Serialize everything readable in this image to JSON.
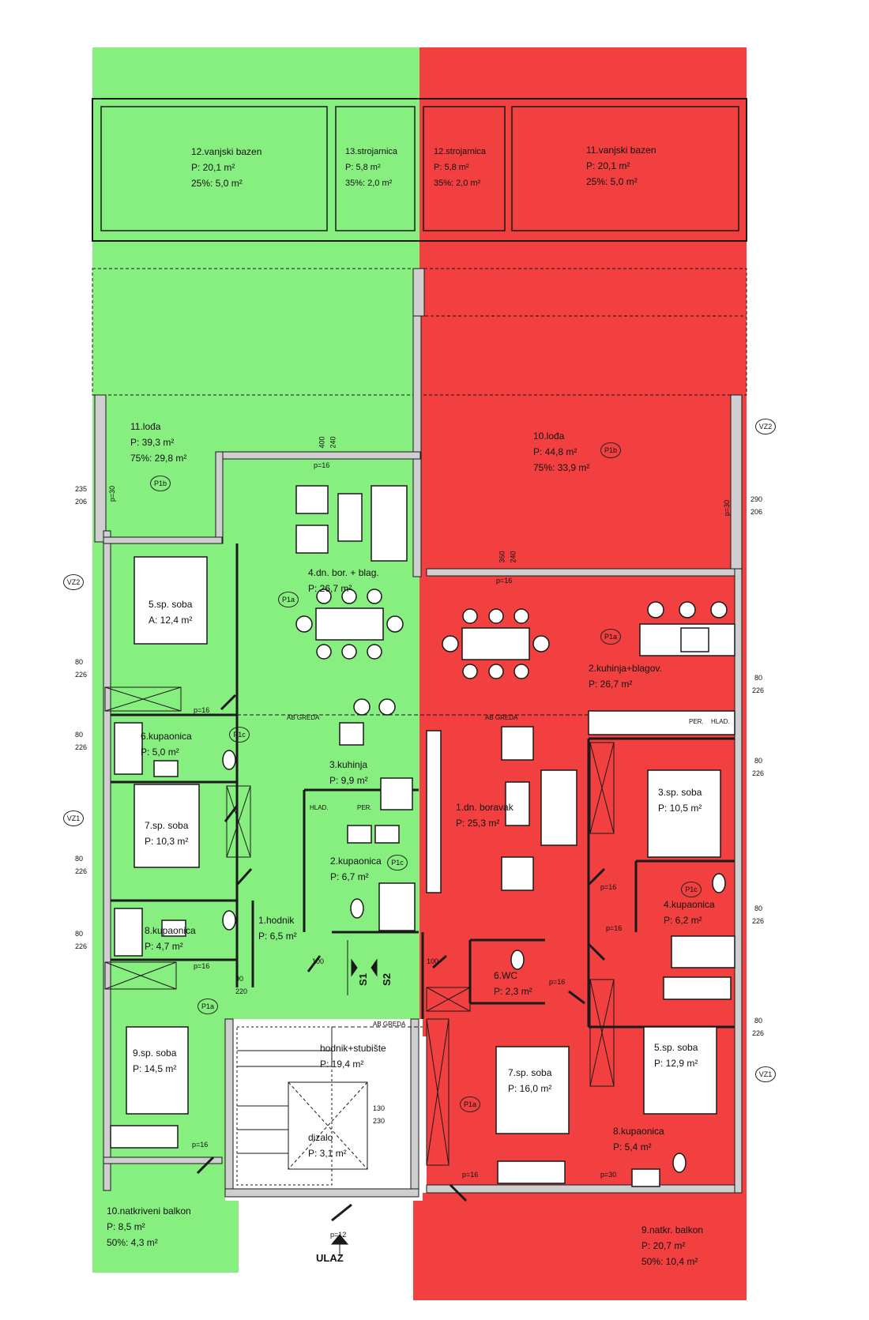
{
  "colors": {
    "green": "#86ef80",
    "red": "#f23f3f",
    "wall": "#cfcfcf",
    "line": "#1a1a1a"
  },
  "top_rooms": [
    {
      "id": "green-pool",
      "name": "12.vanjski bazen",
      "r1": "P:        20,1 m²",
      "r2": "25%:      5,0 m²"
    },
    {
      "id": "green-machine",
      "name": "13.strojarnica",
      "r1": "P:      5,8 m²",
      "r2": "35%:   2,0 m²"
    },
    {
      "id": "red-machine",
      "name": "12.strojarnica",
      "r1": "P:      5,8 m²",
      "r2": "35%:   2,0 m²"
    },
    {
      "id": "red-pool",
      "name": "11.vanjski bazen",
      "r1": "P:        20,1 m²",
      "r2": "25%:      5,0 m²"
    }
  ],
  "green_rooms": {
    "loggia": {
      "name": "11.lođa",
      "r1": "P:    39,3 m²",
      "r2": "75%: 29,8 m²"
    },
    "living": {
      "name": "4.dn. bor. + blag.",
      "r1": "P:          26,7 m²"
    },
    "bed5": {
      "name": "5.sp. soba",
      "r1": "A: 12,4 m²"
    },
    "bath6": {
      "name": "6.kupaonica",
      "r1": "P:    5,0 m²"
    },
    "kitchen3": {
      "name": "3.kuhinja",
      "r1": "P: 9,9 m²"
    },
    "bed7": {
      "name": "7.sp. soba",
      "r1": "P: 10,3 m²"
    },
    "bath2": {
      "name": "2.kupaonica",
      "r1": "P:     6,7 m²"
    },
    "bath8": {
      "name": "8.kupaonica",
      "r1": "P:    4,7 m²"
    },
    "hall1": {
      "name": "1.hodnik",
      "r1": "P: 6,5 m²"
    },
    "bed9": {
      "name": "9.sp. soba",
      "r1": "P: 14,5 m²"
    },
    "balcony10": {
      "name": "10.natkriveni balkon",
      "r1": "P:                8,5 m²",
      "r2": "50%:           4,3 m²"
    }
  },
  "red_rooms": {
    "loggia": {
      "name": "10.lođa",
      "r1": "P:    44,8 m²",
      "r2": "75%: 33,9 m²"
    },
    "kitchen2": {
      "name": "2.kuhinja+blagov.",
      "r1": "P:            26,7 m²"
    },
    "living1": {
      "name": "1.dn. boravak",
      "r1": "P:      25,3 m²"
    },
    "bed3": {
      "name": "3.sp. soba",
      "r1": "P: 10,5 m²"
    },
    "bath4": {
      "name": "4.kupaonica",
      "r1": "P:     6,2 m²"
    },
    "wc6": {
      "name": "6.WC",
      "r1": "P: 2,3 m²"
    },
    "bed5": {
      "name": "5.sp. soba",
      "r1": "P: 12,9 m²"
    },
    "bed7": {
      "name": "7.sp. soba",
      "r1": "P: 16,0 m²"
    },
    "bath8": {
      "name": "8.kupaonica",
      "r1": "P:     5,4 m²"
    },
    "balcony9": {
      "name": "9.natkr. balkon",
      "r1": "P:         20,7 m²",
      "r2": "50%:   10,4 m²"
    }
  },
  "common": {
    "hall": {
      "name": "hodnik+stubište",
      "r1": "P:     19,4 m²"
    },
    "lift": {
      "name": "dizalo",
      "r1": "P: 3,1 m²"
    },
    "entrance": "ULAZ",
    "s1": "S1",
    "s2": "S2",
    "ab_greda": "AB GREDA",
    "hlad": "HLAD.",
    "per": "PER."
  },
  "tags": {
    "p1a": "P1a",
    "p1b": "P1b",
    "p1c": "P1c",
    "vz1": "VZ1",
    "vz2": "VZ2"
  },
  "dims": {
    "d80": "80",
    "d226": "226",
    "d235": "235",
    "d206": "206",
    "d290": "290",
    "d130": "130",
    "d230": "230",
    "d100": "100",
    "d220": "220",
    "d90": "90",
    "d400": "400",
    "d240": "240",
    "d360": "360",
    "p16": "p=16",
    "p30": "p=30",
    "p12": "p=12"
  }
}
